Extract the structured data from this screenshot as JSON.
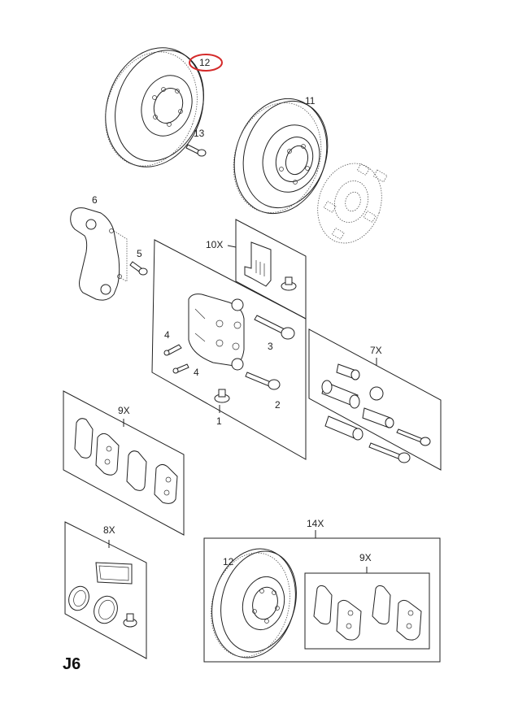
{
  "diagram": {
    "page_code": "J6",
    "highlight_color": "#d42a2a",
    "highlighted_callout": "12",
    "callouts": {
      "disc_top": "12",
      "disc_right": "11",
      "screw": "13",
      "carrier": "6",
      "carrier_bolt": "5",
      "clip_kit": "10X",
      "caliper": "1",
      "guide_bolt_long": "3",
      "guide_bolt_short": "2",
      "bleed_valve_a": "4",
      "bleed_valve_b": "4",
      "guide_kit": "7X",
      "pad_kit": "9X",
      "seal_kit": "8X",
      "disc_pad_set": "14X",
      "set_disc": "12",
      "set_pads": "9X"
    }
  }
}
